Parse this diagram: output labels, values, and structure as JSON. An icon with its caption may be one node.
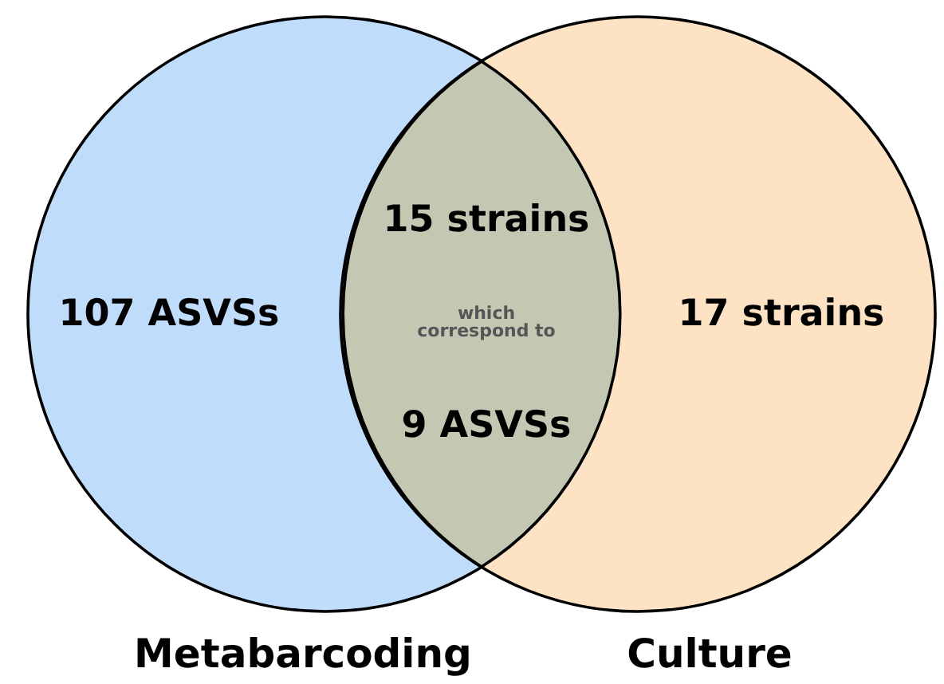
{
  "diagram": {
    "nodes": [
      {
        "text": [
          "107 ASVSs",
          "Metabarcoding"
        ]
      },
      {
        "text": [
          "17 strains",
          "Culture"
        ]
      },
      {
        "text": [
          "15 strains",
          "which correspond to",
          "9 ASVSs"
        ]
      }
    ],
    "edges": []
  }
}
